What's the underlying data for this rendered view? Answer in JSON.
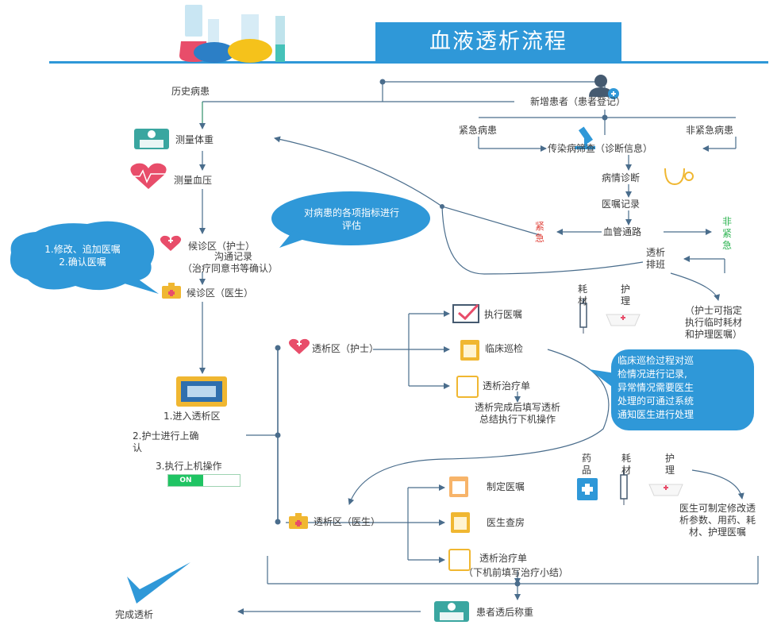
{
  "title": "血液透析流程",
  "colors": {
    "line": "#4a6d8c",
    "accent": "#2f98d8",
    "urgent": "#e0443c",
    "nonurgent": "#2db351",
    "icon_teal": "#3aa6a0",
    "icon_yellow": "#f0b731"
  },
  "nodes": {
    "history": "历史病患",
    "new_patient": "新增患者（患者登记）",
    "urgent_patient": "紧急病患",
    "non_urgent_patient": "非紧急病患",
    "screening": "传染病筛查（诊断信息）",
    "diagnosis": "病情诊断",
    "orders_record": "医嘱记录",
    "vascular": "血管通路",
    "urgent_vertical": "紧急",
    "non_urgent_vertical": "非紧急",
    "scheduling": "透析\n排班",
    "weigh": "测量体重",
    "bp": "测量血压",
    "nurse_wait": "候诊区（护士）",
    "nurse_wait_sub1": "沟通记录",
    "nurse_wait_sub2": "（治疗同意书等确认）",
    "doctor_wait": "候诊区（医生）",
    "step1": "1.进入透析区",
    "step2": "2.护士进行上确\n认",
    "step3": "3.执行上机操作",
    "toggle_on": "ON",
    "nurse_dialysis": "透析区（护士）",
    "exec_orders": "执行医嘱",
    "clinical_round": "临床巡检",
    "treatment_sheet": "透析治疗单",
    "nurse_fill": "透析完成后填写透析\n总结执行下机操作",
    "doctor_dialysis": "透析区（医生）",
    "make_orders": "制定医嘱",
    "doctor_round": "医生查房",
    "treatment_sheet2": "透析治疗单",
    "doctor_fill": "（下机前填写治疗小结）",
    "post_weigh": "患者透后称重",
    "complete": "完成透析"
  },
  "labels": {
    "consumable": "耗\n材",
    "care": "护\n理",
    "medicine": "药\n品",
    "consumable2": "耗\n材",
    "care2": "护\n理",
    "nurse_note": "（护士可指定\n执行临时耗材\n和护理医嘱）",
    "doctor_note": "医生可制定修改透\n析参数、用药、耗\n材、护理医嘱"
  },
  "bubbles": {
    "eval": "对病患的各项指标进行\n评估",
    "modify": "1.修改、追加医嘱\n2.确认医嘱",
    "round_note": "临床巡检过程对巡\n检情况进行记录,\n异常情况需要医生\n处理的可通过系统\n通知医生进行处理"
  }
}
